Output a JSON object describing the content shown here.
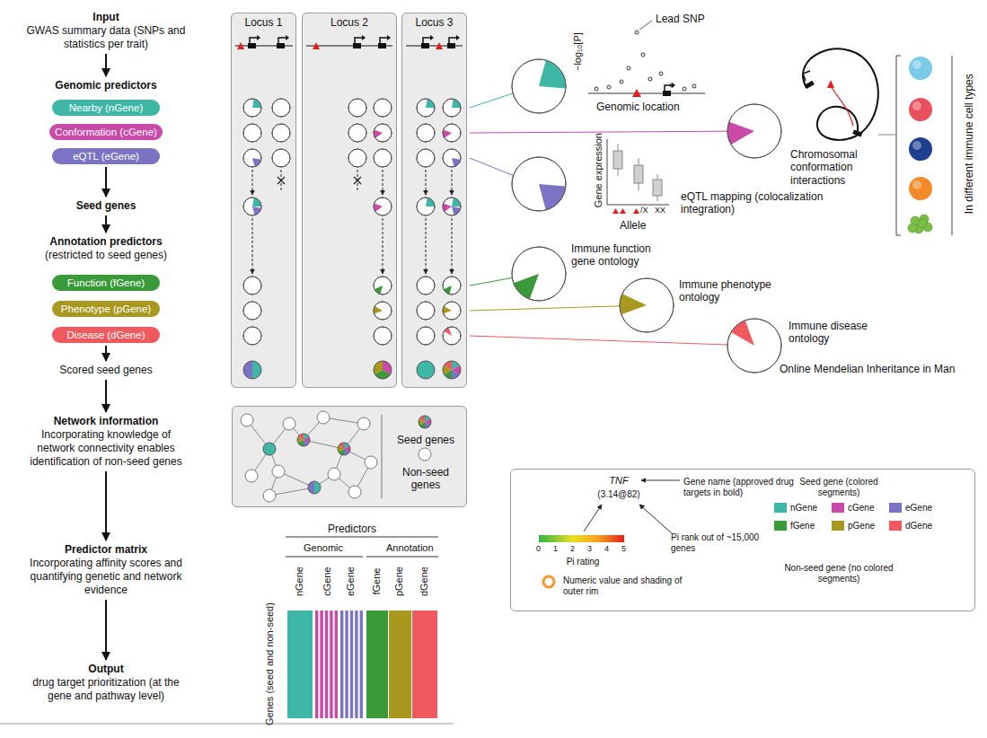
{
  "diagram": {
    "nodes": [
      {
        "text": [
          "Input",
          "GWAS summary data (SNPs and statistics per trait)"
        ]
      },
      {
        "text": [
          "Genomic predictors"
        ]
      },
      {
        "text": [
          "Nearby (nGene)"
        ]
      },
      {
        "text": [
          "Conformation (cGene)"
        ]
      },
      {
        "text": [
          "eQTL (eGene)"
        ]
      },
      {
        "text": [
          "Seed genes"
        ]
      },
      {
        "text": [
          "Annotation predictors",
          "(restricted to seed genes)"
        ]
      },
      {
        "text": [
          "Function (fGene)"
        ]
      },
      {
        "text": [
          "Phenotype (pGene)"
        ]
      },
      {
        "text": [
          "Disease (dGene)"
        ]
      },
      {
        "text": [
          "Scored seed genes"
        ]
      },
      {
        "text": [
          "Network information",
          "Incorporating knowledge of network connectivity enables identification of non-seed genes"
        ]
      },
      {
        "text": [
          "Predictor matrix",
          "Incorporating affinity scores and quantifying genetic and network evidence"
        ]
      },
      {
        "text": [
          "Output",
          "drug target prioritization (at the gene and pathway level)"
        ]
      },
      {
        "text": [
          "Locus 1"
        ]
      },
      {
        "text": [
          "Locus 2"
        ]
      },
      {
        "text": [
          "Locus 3"
        ]
      },
      {
        "text": [
          "Seed genes",
          "Non-seed genes"
        ]
      },
      {
        "text": [
          "TNF",
          "(3.14@82)",
          "Gene name (approved drug targets in bold)",
          "Pi rank out of ~15,000 genes",
          "Pi rating",
          "Numeric value and shading of outer rim",
          "Seed gene (colored segments)",
          "Non-seed gene (no colored segments)"
        ]
      }
    ],
    "edges": [
      {
        "from": 0,
        "to": 1,
        "arrow": "to"
      },
      {
        "from": 4,
        "to": 5,
        "arrow": "to"
      },
      {
        "from": 5,
        "to": 6,
        "arrow": "to"
      },
      {
        "from": 9,
        "to": 10,
        "arrow": "to"
      },
      {
        "from": 10,
        "to": 11,
        "arrow": "to"
      },
      {
        "from": 11,
        "to": 12,
        "arrow": "to"
      },
      {
        "from": 12,
        "to": 13,
        "arrow": "to"
      }
    ],
    "labels": [
      "Lead SNP",
      "−log₁₀[P]",
      "Genomic location",
      "Chromosomal conformation interactions",
      "In different immune cell types",
      "Gene expression",
      "Allele",
      "/X",
      "XX",
      "eQTL mapping (colocalization integration)",
      "Immune function gene ontology",
      "Immune phenotype ontology",
      "Immune disease ontology",
      "Online Mendelian Inheritance in Man",
      "Predictors",
      "Genomic",
      "Annotation",
      "nGene",
      "cGene",
      "eGene",
      "fGene",
      "pGene",
      "dGene",
      "Genes (seed and non-seed)",
      "0",
      "1",
      "2",
      "3",
      "4",
      "5"
    ],
    "legend": [
      {
        "text": "nGene",
        "color": "#3fb7a6"
      },
      {
        "text": "cGene",
        "color": "#c94aa8"
      },
      {
        "text": "eGene",
        "color": "#7b74c4"
      },
      {
        "text": "fGene",
        "color": "#3a9a3a"
      },
      {
        "text": "pGene",
        "color": "#a8991e"
      },
      {
        "text": "dGene",
        "color": "#f05a5e"
      }
    ]
  }
}
